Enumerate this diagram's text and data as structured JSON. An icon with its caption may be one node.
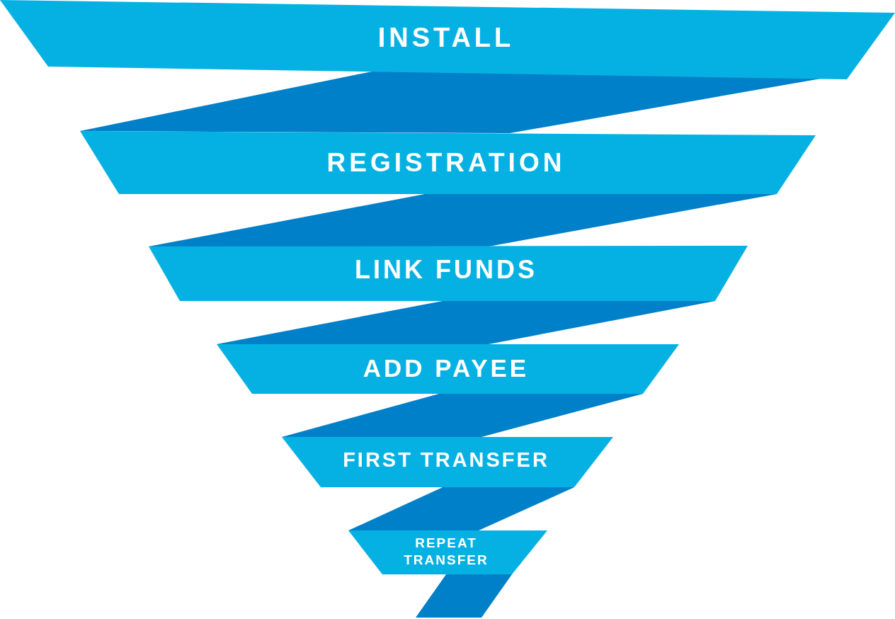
{
  "diagram": {
    "nodes": [
      {
        "text": [
          "INSTALL"
        ]
      },
      {
        "text": [
          "REGISTRATION"
        ]
      },
      {
        "text": [
          "LINK FUNDS"
        ]
      },
      {
        "text": [
          "ADD PAYEE"
        ]
      },
      {
        "text": [
          "FIRST TRANSFER"
        ]
      },
      {
        "text": [
          "REPEAT TRANSFER"
        ]
      }
    ],
    "edges": [
      {
        "from": 0,
        "to": 1,
        "arrow": "none",
        "style": "thick"
      },
      {
        "from": 1,
        "to": 2,
        "arrow": "none",
        "style": "thick"
      },
      {
        "from": 2,
        "to": 3,
        "arrow": "none",
        "style": "thick"
      },
      {
        "from": 3,
        "to": 4,
        "arrow": "none",
        "style": "thick"
      },
      {
        "from": 4,
        "to": 5,
        "arrow": "none",
        "style": "thick"
      },
      {
        "from": 5,
        "to": null,
        "arrow": "none",
        "style": "thick"
      }
    ]
  }
}
